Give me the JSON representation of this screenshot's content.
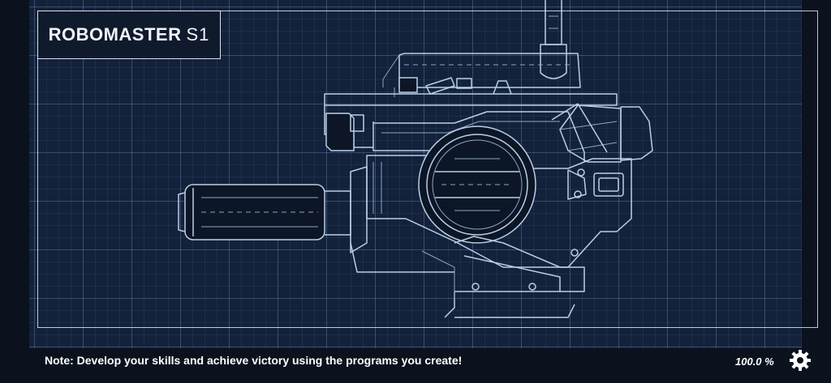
{
  "header": {
    "title": "ROBOMASTER",
    "title_suffix": "S1"
  },
  "footer": {
    "note": "Note: Develop your skills and achieve victory using the programs you create!",
    "progress": "100.0 %"
  },
  "icons": {
    "settings": "gear-icon"
  },
  "colors": {
    "background": "#13213a",
    "grid": "#5f80a8",
    "line": "#b9cfe6",
    "bar": "#0b121e"
  }
}
